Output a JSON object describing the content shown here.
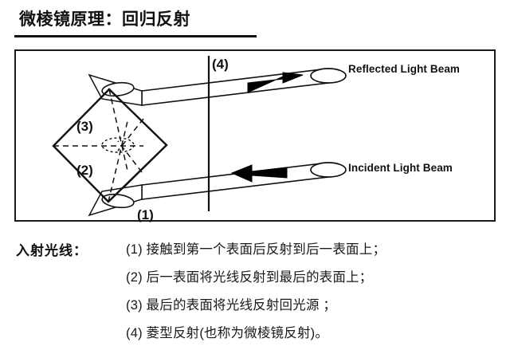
{
  "title": "微棱镜原理：回归反射",
  "figure": {
    "diagram_name": "corner-cube-retroreflector",
    "callouts": [
      {
        "id": "3",
        "label": "(3)"
      },
      {
        "id": "2",
        "label": "(2)"
      },
      {
        "id": "1",
        "label": "(1)"
      },
      {
        "id": "4",
        "label": "(4)"
      }
    ],
    "beams": [
      {
        "name": "reflected",
        "caption": "Reflected Light Beam",
        "direction": "right"
      },
      {
        "name": "incident",
        "caption": "Incident Light Beam",
        "direction": "left"
      }
    ],
    "colors": {
      "stroke": "#111111",
      "fill": "#ffffff",
      "arrow": "#000000"
    }
  },
  "legend": {
    "label": "入射光线：",
    "steps": [
      "(1) 接触到第一个表面后反射到后一表面上；",
      "(2) 后一表面将光线反射到最后的表面上；",
      "(3) 最后的表面将光线反射回光源 ；",
      "(4) 菱型反射(也称为微棱镜反射)。"
    ]
  }
}
